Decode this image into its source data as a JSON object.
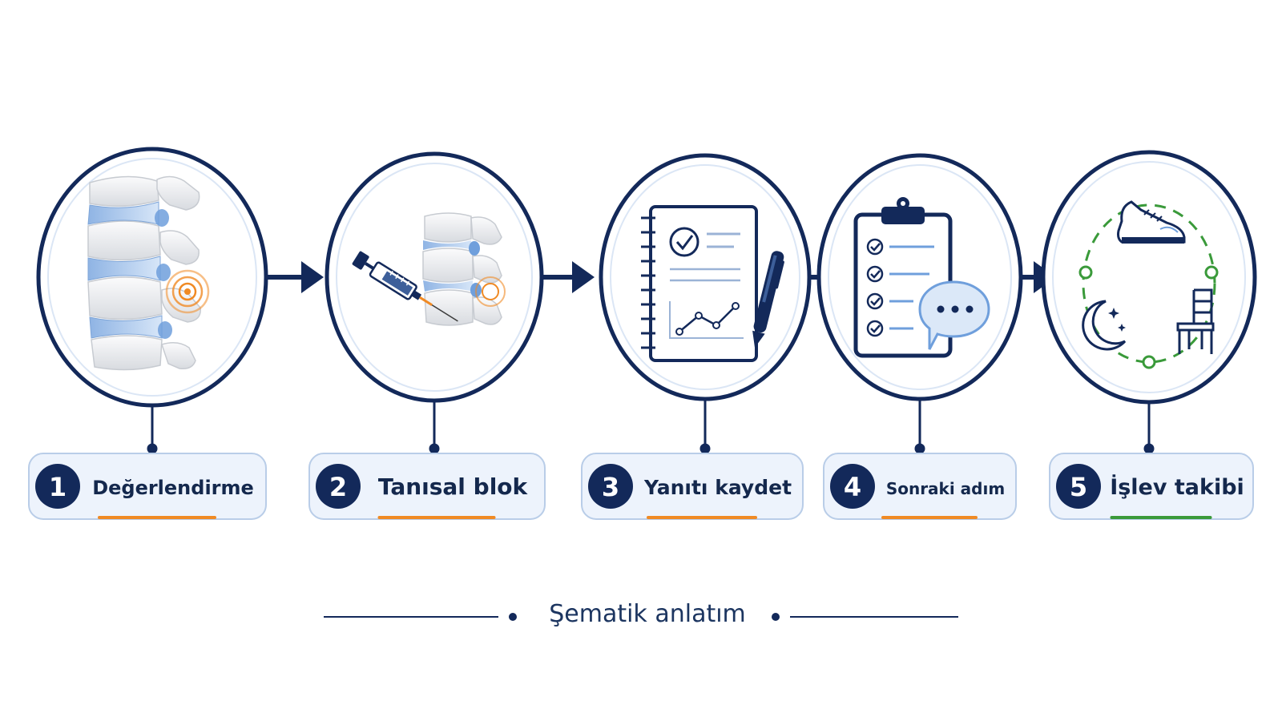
{
  "steps": [
    {
      "number": "1",
      "label": "Değerlendirme",
      "accent": "#f08a24"
    },
    {
      "number": "2",
      "label": "Tanısal blok",
      "accent": "#f08a24"
    },
    {
      "number": "3",
      "label": "Yanıtı kaydet",
      "accent": "#f08a24"
    },
    {
      "number": "4",
      "label": "Sonraki adım",
      "accent": "#f08a24"
    },
    {
      "number": "5",
      "label": "İşlev takibi",
      "accent": "#3a9a3a"
    }
  ],
  "footer": {
    "caption": "Şematik anlatım"
  },
  "colors": {
    "navy": "#13295a",
    "orange": "#f08a24",
    "green": "#3a9a3a",
    "pill_bg": "#edf3fc",
    "pill_border": "#b9cde8",
    "bone": "#eef0f2",
    "disc": "#a9c8ec"
  },
  "icons": [
    "spine-icon",
    "syringe-spine-icon",
    "notebook-chart-icon",
    "clipboard-checklist-icon",
    "activity-cycle-icon"
  ]
}
